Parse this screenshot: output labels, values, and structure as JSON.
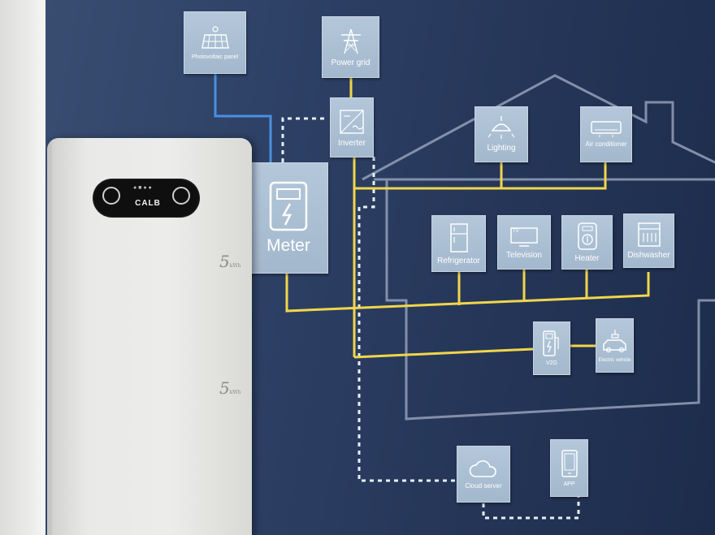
{
  "tiles": {
    "photovoltaic": {
      "label": "Photovoltaic panel",
      "icon": "solar-panel-icon"
    },
    "power_grid": {
      "label": "Power grid",
      "icon": "power-tower-icon"
    },
    "inverter": {
      "label": "Inverter",
      "icon": "inverter-icon"
    },
    "meter": {
      "label": "Meter",
      "icon": "meter-icon"
    },
    "lighting": {
      "label": "Lighting",
      "icon": "lamp-icon"
    },
    "air_conditioner": {
      "label": "Air conditioner",
      "icon": "air-conditioner-icon"
    },
    "refrigerator": {
      "label": "Refrigerator",
      "icon": "refrigerator-icon"
    },
    "television": {
      "label": "Television",
      "icon": "television-icon",
      "screen_text": "TV"
    },
    "heater": {
      "label": "Heater",
      "icon": "heater-icon"
    },
    "dishwasher": {
      "label": "Dishwasher",
      "icon": "dishwasher-icon"
    },
    "v2g": {
      "label": "V2G",
      "icon": "ev-charger-icon"
    },
    "electric_vehicle": {
      "label": "Electric vehicle",
      "icon": "electric-vehicle-icon"
    },
    "cloud_server": {
      "label": "Cloud server",
      "icon": "cloud-icon"
    },
    "app": {
      "label": "APP",
      "icon": "smartphone-icon"
    }
  },
  "battery": {
    "brand": "CALB",
    "module_capacity": "5",
    "module_unit": "kWh"
  },
  "colors": {
    "wall": "#2e4166",
    "tile": "#a9bdd2",
    "power_line": "#f2d64a",
    "solar_line": "#4a90e2",
    "data_line": "#e8eef5",
    "house_outline": "#9aa6be"
  }
}
